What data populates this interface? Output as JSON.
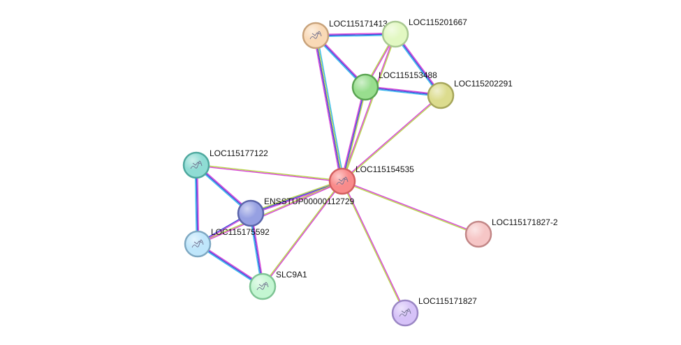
{
  "network": {
    "nodes": [
      {
        "id": "LOC115154535",
        "label": "LOC115154535",
        "fill": "#f98b8b",
        "stroke": "#d25f5f",
        "structure": true
      },
      {
        "id": "LOC115171413",
        "label": "LOC115171413",
        "fill": "#f9d9b6",
        "stroke": "#c8a27a",
        "structure": true
      },
      {
        "id": "LOC115201667",
        "label": "LOC115201667",
        "fill": "#e2f8c2",
        "stroke": "#a8c890",
        "structure": false
      },
      {
        "id": "LOC115153488",
        "label": "LOC115153488",
        "fill": "#98de8e",
        "stroke": "#5aa452",
        "structure": false
      },
      {
        "id": "LOC115202291",
        "label": "LOC115202291",
        "fill": "#dcdc8e",
        "stroke": "#a6a65a",
        "structure": false
      },
      {
        "id": "LOC115177122",
        "label": "LOC115177122",
        "fill": "#8fdcd4",
        "stroke": "#4ea89e",
        "structure": true
      },
      {
        "id": "ENSSTUP00000112729",
        "label": "ENSSTUP00000112729",
        "fill": "#96a0e2",
        "stroke": "#5a64aa",
        "structure": false
      },
      {
        "id": "LOC115175592",
        "label": "LOC115175592",
        "fill": "#bfe6fb",
        "stroke": "#7ea8c2",
        "structure": true
      },
      {
        "id": "SLC9A1",
        "label": "SLC9A1",
        "fill": "#c4f6d2",
        "stroke": "#7ec494",
        "structure": true
      },
      {
        "id": "LOC115171827-2",
        "label": "LOC115171827-2",
        "fill": "#f6c6c6",
        "stroke": "#c28686",
        "structure": false
      },
      {
        "id": "LOC115171827",
        "label": "LOC115171827",
        "fill": "#d6c2f8",
        "stroke": "#9a86c4",
        "structure": true
      }
    ],
    "edges": [
      {
        "from": "LOC115154535",
        "to": "LOC115171413",
        "colors": [
          "#d640d6",
          "#3c3cd6",
          "#b6d446",
          "#33bbee"
        ]
      },
      {
        "from": "LOC115154535",
        "to": "LOC115201667",
        "colors": [
          "#d640d6",
          "#b6d446"
        ]
      },
      {
        "from": "LOC115154535",
        "to": "LOC115153488",
        "colors": [
          "#d640d6",
          "#3c3cd6",
          "#b6d446"
        ]
      },
      {
        "from": "LOC115154535",
        "to": "LOC115202291",
        "colors": [
          "#d640d6",
          "#b6d446"
        ]
      },
      {
        "from": "LOC115154535",
        "to": "LOC115177122",
        "colors": [
          "#d640d6",
          "#b6d446"
        ]
      },
      {
        "from": "LOC115154535",
        "to": "ENSSTUP00000112729",
        "colors": [
          "#d640d6",
          "#3c3cd6",
          "#b6d446"
        ]
      },
      {
        "from": "LOC115154535",
        "to": "LOC115175592",
        "colors": [
          "#d640d6",
          "#b6d446"
        ]
      },
      {
        "from": "LOC115154535",
        "to": "SLC9A1",
        "colors": [
          "#d640d6",
          "#b6d446"
        ]
      },
      {
        "from": "LOC115154535",
        "to": "LOC115171827-2",
        "colors": [
          "#d640d6",
          "#b6d446"
        ]
      },
      {
        "from": "LOC115154535",
        "to": "LOC115171827",
        "colors": [
          "#d640d6",
          "#b6d446"
        ]
      },
      {
        "from": "LOC115171413",
        "to": "LOC115201667",
        "colors": [
          "#d640d6",
          "#3c3cd6",
          "#33bbee"
        ]
      },
      {
        "from": "LOC115171413",
        "to": "LOC115153488",
        "colors": [
          "#d640d6",
          "#3c3cd6",
          "#33bbee"
        ]
      },
      {
        "from": "LOC115201667",
        "to": "LOC115153488",
        "colors": [
          "#d640d6",
          "#b6d446"
        ]
      },
      {
        "from": "LOC115201667",
        "to": "LOC115202291",
        "colors": [
          "#d640d6",
          "#3c3cd6",
          "#33bbee"
        ]
      },
      {
        "from": "LOC115153488",
        "to": "LOC115202291",
        "colors": [
          "#d640d6",
          "#3c3cd6",
          "#33bbee"
        ]
      },
      {
        "from": "LOC115177122",
        "to": "ENSSTUP00000112729",
        "colors": [
          "#d640d6",
          "#3c3cd6",
          "#33bbee"
        ]
      },
      {
        "from": "LOC115177122",
        "to": "LOC115175592",
        "colors": [
          "#d640d6",
          "#3c3cd6",
          "#33bbee"
        ]
      },
      {
        "from": "ENSSTUP00000112729",
        "to": "LOC115175592",
        "colors": [
          "#d640d6",
          "#3c3cd6"
        ]
      },
      {
        "from": "ENSSTUP00000112729",
        "to": "SLC9A1",
        "colors": [
          "#d640d6",
          "#3c3cd6",
          "#33bbee"
        ]
      },
      {
        "from": "LOC115175592",
        "to": "SLC9A1",
        "colors": [
          "#d640d6",
          "#3c3cd6",
          "#33bbee"
        ]
      }
    ]
  }
}
